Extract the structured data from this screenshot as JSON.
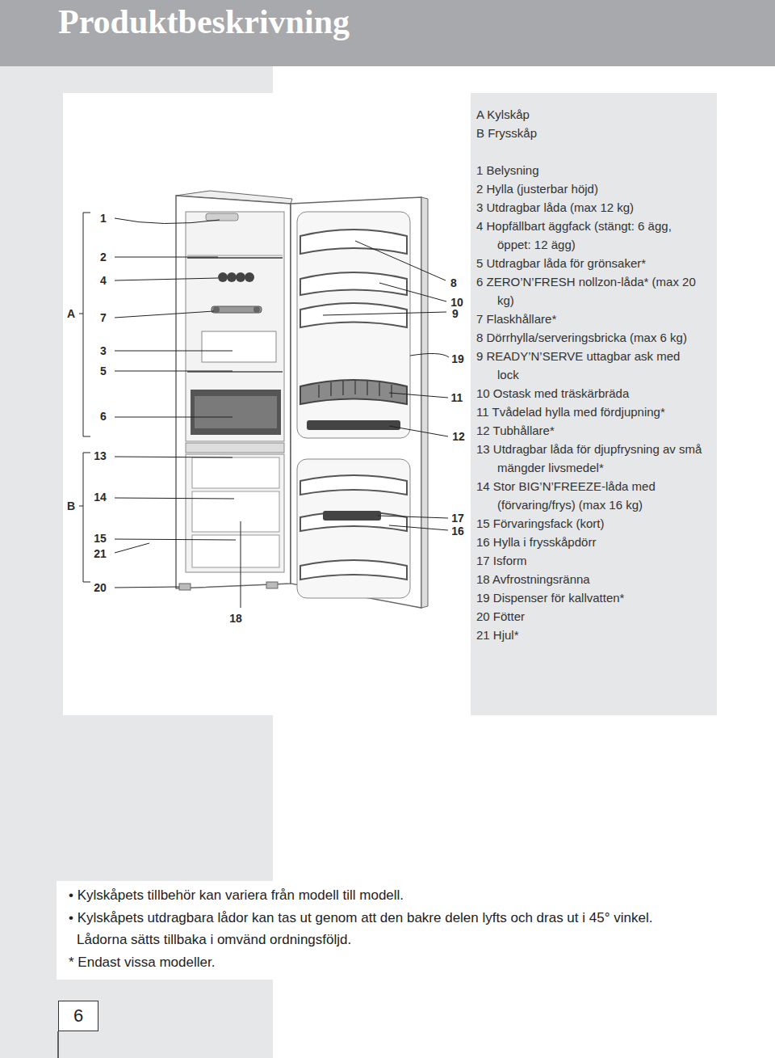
{
  "diagram": {
    "title": "Produktbeskrivning",
    "nodes": [
      {
        "text": [
          "A Kylskåp",
          "B Frysskåp",
          "1 Belysning",
          "2 Hylla (justerbar höjd)",
          "3 Utdragbar låda (max 12 kg)",
          "4 Hopfällbart äggfack (stängt: 6 ägg, öppet: 12 ägg)",
          "5 Utdragbar låda för grönsaker*",
          "6 ZERO’N’FRESH nollzon-låda* (max 20 kg)",
          "7 Flaskhållare*",
          "8 Dörrhylla/serveringsbricka (max 6 kg)",
          "9 READY’N’SERVE uttagbar ask med lock",
          "10 Ostask med träskärbräda",
          "11 Tvådelad hylla med fördjupning*",
          "12 Tubhållare*",
          "13 Utdragbar låda för djupfrysning av små mängder livsmedel*",
          "14 Stor BIG’N’FREEZE-låda med (förvaring/frys) (max 16 kg)",
          "15 Förvaringsfack (kort)",
          "16 Hylla i frysskåpdörr",
          "17 Isform",
          "18 Avfrostningsränna",
          "19 Dispenser för kallvatten*",
          "20 Fötter",
          "21 Hjul*"
        ]
      },
      {
        "text": [
          "• Kylskåpets tillbehör kan variera från modell till modell.",
          "• Kylskåpets utdragbara lådor kan tas ut genom att den bakre delen lyfts och dras ut i 45° vinkel. Lådorna sätts tillbaka i omvänd ordningsföljd.",
          "* Endast vissa modeller."
        ]
      },
      {
        "text": [
          "6"
        ]
      }
    ],
    "labels": [
      "1",
      "2",
      "4",
      "A",
      "7",
      "3",
      "5",
      "6",
      "13",
      "B",
      "14",
      "15",
      "21",
      "20",
      "18",
      "8",
      "10",
      "9",
      "19",
      "11",
      "12",
      "17",
      "16"
    ]
  }
}
